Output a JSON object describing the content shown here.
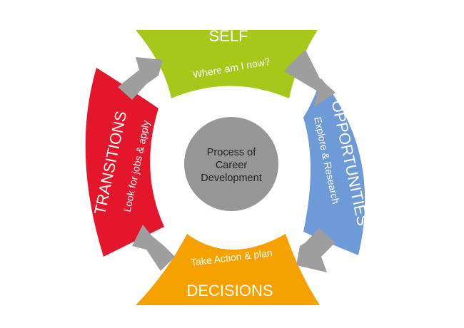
{
  "center": {
    "lines": [
      "Process of",
      "Career",
      "Development"
    ],
    "color": "#969696"
  },
  "segments": [
    {
      "id": "self",
      "title": "SELF",
      "subtitle": "Where am I now?",
      "color": "#a6c81b"
    },
    {
      "id": "opportunities",
      "title": "OPPORTUNITIES",
      "subtitle": "Explore & Research",
      "color": "#6f9ad8"
    },
    {
      "id": "decisions",
      "title": "DECISIONS",
      "subtitle": "Take Action & plan",
      "color": "#f5a200"
    },
    {
      "id": "transitions",
      "title": "TRANSITIONS",
      "subtitle": "Look for jobs & apply",
      "color": "#e4162c"
    }
  ],
  "arrow_color": "#9e9e9e"
}
